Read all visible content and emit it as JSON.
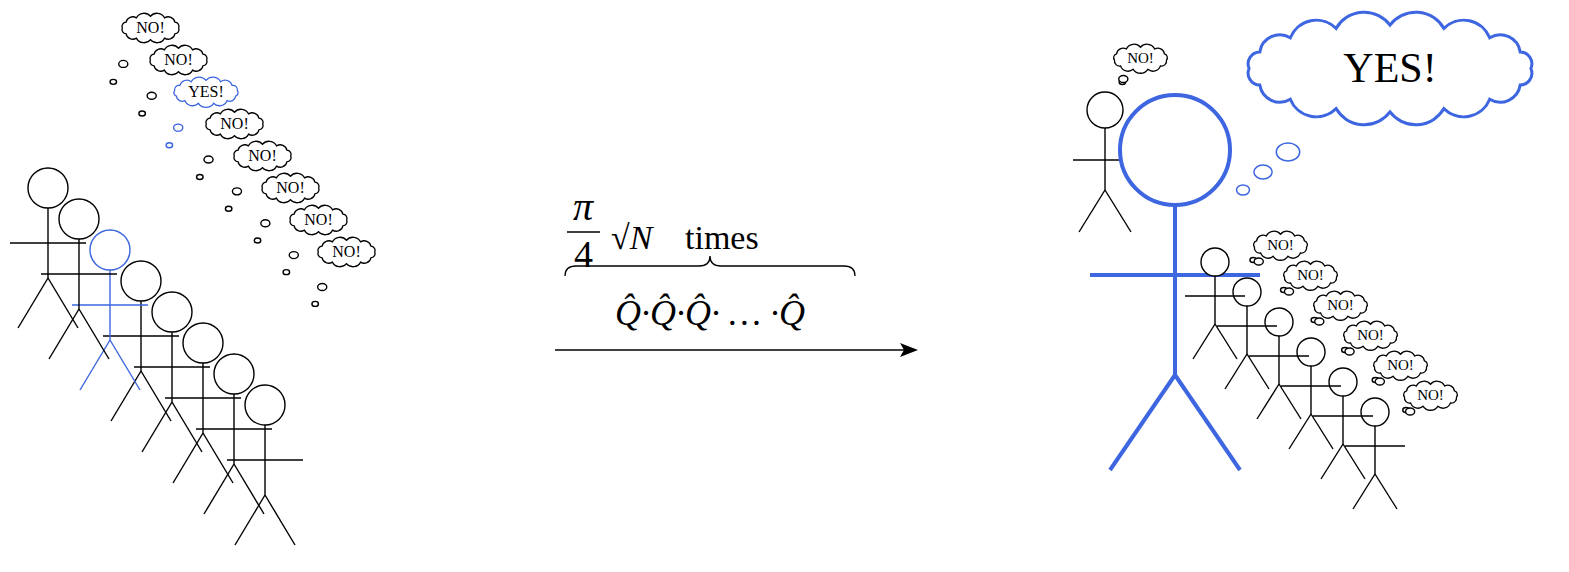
{
  "diagram": {
    "nodes": [
      {
        "text": [
          "NO!"
        ]
      },
      {
        "text": [
          "NO!"
        ]
      },
      {
        "text": [
          "YES!"
        ]
      },
      {
        "text": [
          "NO!"
        ]
      },
      {
        "text": [
          "NO!"
        ]
      },
      {
        "text": [
          "NO!"
        ]
      },
      {
        "text": [
          "NO!"
        ]
      },
      {
        "text": [
          "NO!"
        ]
      },
      {
        "text": [
          "NO!"
        ]
      },
      {
        "text": [
          "YES!"
        ]
      },
      {
        "text": [
          "NO!"
        ]
      },
      {
        "text": [
          "NO!"
        ]
      },
      {
        "text": [
          "NO!"
        ]
      },
      {
        "text": [
          "NO!"
        ]
      },
      {
        "text": [
          "NO!"
        ]
      },
      {
        "text": [
          "NO!"
        ]
      }
    ],
    "labels": [
      "π",
      "4",
      "√N",
      "times",
      "Q̂·Q̂·Q̂· … ·Q̂"
    ]
  }
}
